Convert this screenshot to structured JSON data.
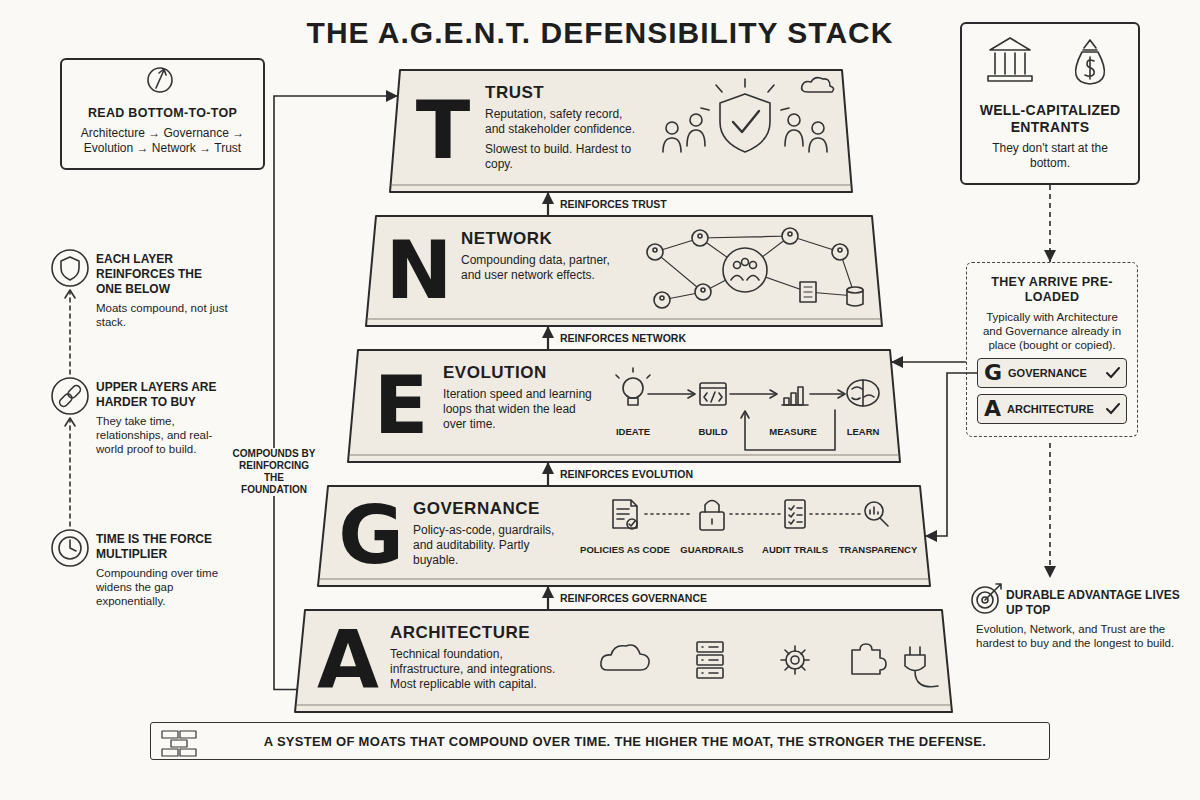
{
  "diagram": {
    "title": "THE A.G.E.N.T. DEFENSIBILITY STACK",
    "caption": "A SYSTEM OF MOATS THAT COMPOUND OVER TIME. THE HIGHER THE MOAT, THE STRONGER THE DEFENSE.",
    "nodes": [
      {
        "text": [
          "READ BOTTOM-TO-TOP",
          "Architecture → Governance → Evolution → Network → Trust"
        ]
      },
      {
        "text": [
          "T",
          "TRUST",
          "Reputation, safety record, and stakeholder confidence.",
          "Slowest to build. Hardest to copy."
        ]
      },
      {
        "text": [
          "N",
          "NETWORK",
          "Compounding data, partner, and user network effects."
        ]
      },
      {
        "text": [
          "E",
          "EVOLUTION",
          "Iteration speed and learning loops that widen the lead over time.",
          "IDEATE",
          "BUILD",
          "MEASURE",
          "LEARN"
        ]
      },
      {
        "text": [
          "G",
          "GOVERNANCE",
          "Policy-as-code, guardrails, and auditability. Partly buyable.",
          "POLICIES AS CODE",
          "GUARDRAILS",
          "AUDIT TRAILS",
          "TRANSPARENCY"
        ]
      },
      {
        "text": [
          "A",
          "ARCHITECTURE",
          "Technical foundation, infrastructure, and integrations. Most replicable with capital."
        ]
      },
      {
        "text": [
          "WELL-CAPITALIZED ENTRANTS",
          "They don't start at the bottom."
        ]
      },
      {
        "text": [
          "THEY ARRIVE PRE-LOADED",
          "Typically with Architecture and Governance already in place (bought or copied)."
        ]
      },
      {
        "text": [
          "G",
          "GOVERNANCE"
        ],
        "in": 7
      },
      {
        "text": [
          "A",
          "ARCHITECTURE"
        ],
        "in": 7
      }
    ],
    "edges": [
      {
        "from": 5,
        "to": 4,
        "arrow": "to",
        "label": "REINFORCES GOVERNANCE"
      },
      {
        "from": 4,
        "to": 3,
        "arrow": "to",
        "label": "REINFORCES EVOLUTION"
      },
      {
        "from": 3,
        "to": 2,
        "arrow": "to",
        "label": "REINFORCES NETWORK"
      },
      {
        "from": 2,
        "to": 1,
        "arrow": "to",
        "label": "REINFORCES TRUST"
      },
      {
        "from": 5,
        "to": 1,
        "arrow": "to",
        "label": "COMPOUNDS BY REINFORCING THE FOUNDATION"
      },
      {
        "from": 6,
        "to": 7,
        "arrow": "to"
      },
      {
        "from": 7,
        "to": 3,
        "arrow": "to"
      },
      {
        "from": 8,
        "to": 4,
        "arrow": "to"
      }
    ],
    "labels": [
      "EACH LAYER REINFORCES THE ONE BELOW",
      "Moats compound, not just stack.",
      "UPPER LAYERS ARE HARDER TO BUY",
      "They take time, relationships, and real-world proof to build.",
      "TIME IS THE FORCE MULTIPLIER",
      "Compounding over time widens the gap exponentially.",
      "DURABLE ADVANTAGE LIVES UP TOP",
      "Evolution, Network, and Trust are the hardest to buy and the longest to build."
    ]
  }
}
